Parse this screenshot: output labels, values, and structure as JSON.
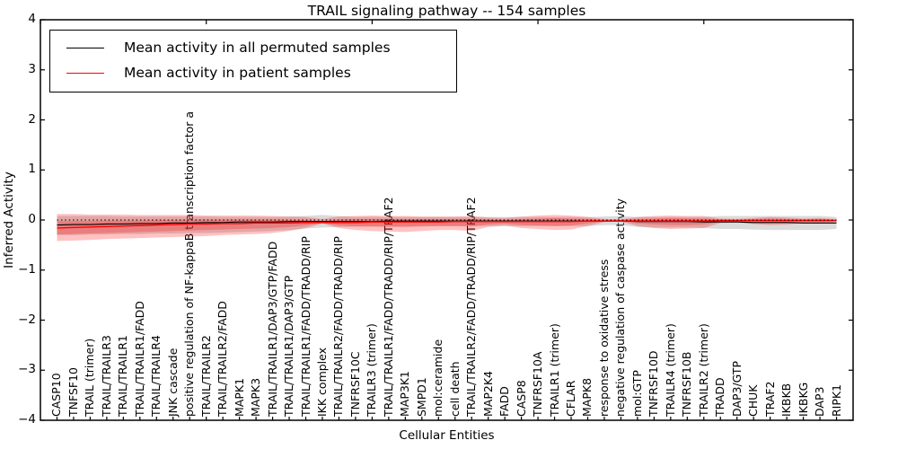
{
  "figure": {
    "title": "TRAIL signaling pathway -- 154 samples",
    "xlabel": "Cellular Entities",
    "ylabel": "Inferred Activity",
    "background": "#ffffff"
  },
  "legend": {
    "items": [
      {
        "label": "Mean activity in all permuted samples",
        "color": "#000000"
      },
      {
        "label": "Mean activity in patient samples",
        "color": "#ff0000"
      }
    ]
  },
  "chart_data": {
    "type": "line",
    "title": "TRAIL signaling pathway -- 154 samples",
    "xlabel": "Cellular Entities",
    "ylabel": "Inferred Activity",
    "ylim": [
      -4,
      4
    ],
    "grid": false,
    "legend_position": "upper-left-inside",
    "x_axis_units": 49,
    "top_axis_ticks_units": [
      0,
      10,
      20,
      30,
      40
    ],
    "yticks": [
      {
        "value": 4,
        "label": "4"
      },
      {
        "value": 3,
        "label": "3"
      },
      {
        "value": 2,
        "label": "2"
      },
      {
        "value": 1,
        "label": "1"
      },
      {
        "value": 0,
        "label": "0"
      },
      {
        "value": -1,
        "label": "−1"
      },
      {
        "value": -2,
        "label": "−2"
      },
      {
        "value": -3,
        "label": "−3"
      },
      {
        "value": -4,
        "label": "−4"
      }
    ],
    "categories": [
      "CASP10",
      "TNFSF10",
      "TRAIL (trimer)",
      "TRAIL/TRAILR3",
      "TRAIL/TRAILR1",
      "TRAIL/TRAILR1/FADD",
      "TRAIL/TRAILR4",
      "JNK cascade",
      "positive regulation of NF-kappaB transcription factor a",
      "TRAIL/TRAILR2",
      "TRAIL/TRAILR2/FADD",
      "MAPK1",
      "MAPK3",
      "TRAIL/TRAILR1/DAP3/GTP/FADD",
      "TRAIL/TRAILR1/DAP3/GTP",
      "TRAIL/TRAILR1/FADD/TRADD/RIP",
      "IKK complex",
      "TRAIL/TRAILR2/FADD/TRADD/RIP",
      "TNFRSF10C",
      "TRAILR3 (trimer)",
      "TRAIL/TRAILR1/FADD/TRADD/RIP/TRAF2",
      "MAP3K1",
      "SMPD1",
      "mol:ceramide",
      "cell death",
      "TRAIL/TRAILR2/FADD/TRADD/RIP/TRAF2",
      "MAP2K4",
      "FADD",
      "CASP8",
      "TNFRSF10A",
      "TRAILR1 (trimer)",
      "CFLAR",
      "MAPK8",
      "response to oxidative stress",
      "negative regulation of caspase activity",
      "mol:GTP",
      "TNFRSF10D",
      "TRAILR4 (trimer)",
      "TNFRSF10B",
      "TRAILR2 (trimer)",
      "TRADD",
      "DAP3/GTP",
      "CHUK",
      "TRAF2",
      "IKBKB",
      "IKBKG",
      "DAP3",
      "RIPK1"
    ],
    "zero_line": {
      "value": 0,
      "style": "dotted",
      "color": "#000000"
    },
    "series": [
      {
        "name": "Mean activity in all permuted samples",
        "color": "#000000",
        "values": [
          -0.1,
          -0.09,
          -0.09,
          -0.08,
          -0.08,
          -0.07,
          -0.07,
          -0.06,
          -0.06,
          -0.05,
          -0.05,
          -0.04,
          -0.04,
          -0.04,
          -0.03,
          -0.03,
          -0.03,
          -0.03,
          -0.03,
          -0.03,
          -0.02,
          -0.02,
          -0.02,
          -0.02,
          -0.02,
          -0.02,
          -0.02,
          -0.02,
          -0.02,
          -0.02,
          -0.02,
          -0.02,
          -0.02,
          -0.02,
          -0.02,
          -0.03,
          -0.03,
          -0.03,
          -0.03,
          -0.04,
          -0.04,
          -0.04,
          -0.05,
          -0.05,
          -0.05,
          -0.06,
          -0.06,
          -0.06
        ]
      },
      {
        "name": "Mean activity in patient samples",
        "color": "#ff0000",
        "values": [
          -0.16,
          -0.15,
          -0.14,
          -0.13,
          -0.12,
          -0.11,
          -0.1,
          -0.09,
          -0.08,
          -0.08,
          -0.07,
          -0.07,
          -0.06,
          -0.06,
          -0.06,
          -0.05,
          -0.05,
          -0.05,
          -0.05,
          -0.04,
          -0.04,
          -0.04,
          -0.04,
          -0.04,
          -0.03,
          -0.03,
          -0.03,
          -0.03,
          -0.03,
          -0.03,
          -0.03,
          -0.03,
          -0.02,
          -0.02,
          -0.02,
          -0.02,
          -0.02,
          -0.02,
          -0.02,
          -0.02,
          -0.01,
          -0.01,
          -0.01,
          -0.01,
          -0.01,
          -0.01,
          -0.01,
          -0.01
        ]
      }
    ],
    "bands": [
      {
        "name": "permuted-range",
        "color": "#999999",
        "opacity": 0.35,
        "upper": [
          0.08,
          0.08,
          0.08,
          0.08,
          0.07,
          0.07,
          0.07,
          0.07,
          0.07,
          0.07,
          0.06,
          0.06,
          0.06,
          0.06,
          0.07,
          0.08,
          0.1,
          0.08,
          0.06,
          0.06,
          0.06,
          0.06,
          0.06,
          0.06,
          0.06,
          0.06,
          0.06,
          0.06,
          0.06,
          0.06,
          0.06,
          0.06,
          0.06,
          0.07,
          0.08,
          0.06,
          0.06,
          0.06,
          0.06,
          0.06,
          0.08,
          0.08,
          0.08,
          0.08,
          0.08,
          0.08,
          0.08,
          0.06
        ],
        "lower": [
          -0.3,
          -0.3,
          -0.29,
          -0.29,
          -0.28,
          -0.28,
          -0.27,
          -0.27,
          -0.26,
          -0.26,
          -0.25,
          -0.24,
          -0.23,
          -0.22,
          -0.2,
          -0.17,
          -0.15,
          -0.14,
          -0.13,
          -0.13,
          -0.13,
          -0.13,
          -0.12,
          -0.12,
          -0.12,
          -0.12,
          -0.12,
          -0.12,
          -0.12,
          -0.12,
          -0.12,
          -0.12,
          -0.12,
          -0.1,
          -0.1,
          -0.14,
          -0.15,
          -0.15,
          -0.15,
          -0.16,
          -0.18,
          -0.18,
          -0.19,
          -0.2,
          -0.2,
          -0.2,
          -0.2,
          -0.18
        ]
      },
      {
        "name": "patient-range-outer",
        "color": "#ff0000",
        "opacity": 0.24,
        "upper": [
          0.12,
          0.12,
          0.11,
          0.11,
          0.11,
          0.1,
          0.1,
          0.1,
          0.1,
          0.09,
          0.09,
          0.09,
          0.09,
          0.08,
          0.07,
          0.06,
          0.02,
          0.07,
          0.08,
          0.09,
          0.08,
          0.08,
          0.07,
          0.07,
          0.07,
          0.08,
          0.05,
          0.04,
          0.07,
          0.09,
          0.1,
          0.09,
          0.06,
          0.02,
          0.015,
          0.06,
          0.08,
          0.09,
          0.08,
          0.08,
          0.03,
          0.02,
          0.04,
          0.06,
          0.05,
          0.03,
          0.04,
          0.02
        ],
        "lower": [
          -0.42,
          -0.41,
          -0.4,
          -0.38,
          -0.37,
          -0.36,
          -0.35,
          -0.34,
          -0.33,
          -0.32,
          -0.3,
          -0.29,
          -0.28,
          -0.26,
          -0.22,
          -0.16,
          -0.07,
          -0.16,
          -0.2,
          -0.22,
          -0.23,
          -0.24,
          -0.22,
          -0.2,
          -0.2,
          -0.22,
          -0.14,
          -0.11,
          -0.16,
          -0.18,
          -0.2,
          -0.19,
          -0.12,
          -0.04,
          -0.03,
          -0.12,
          -0.16,
          -0.18,
          -0.17,
          -0.16,
          -0.06,
          -0.05,
          -0.08,
          -0.1,
          -0.09,
          -0.06,
          -0.07,
          -0.04
        ]
      },
      {
        "name": "patient-range-inner",
        "color": "#ff0000",
        "opacity": 0.24,
        "upper": [
          -0.02,
          -0.02,
          -0.02,
          -0.01,
          -0.01,
          -0.01,
          0.0,
          0.0,
          0.01,
          0.01,
          0.01,
          0.01,
          0.01,
          0.01,
          0.0,
          0.0,
          -0.02,
          0.01,
          0.02,
          0.02,
          0.02,
          0.02,
          0.02,
          0.02,
          0.02,
          0.02,
          0.01,
          0.0,
          0.02,
          0.03,
          0.04,
          0.03,
          0.02,
          0.0,
          0.0,
          0.02,
          0.03,
          0.04,
          0.03,
          0.03,
          0.01,
          0.0,
          0.02,
          0.03,
          0.02,
          0.01,
          0.02,
          0.0
        ],
        "lower": [
          -0.29,
          -0.28,
          -0.27,
          -0.26,
          -0.25,
          -0.24,
          -0.23,
          -0.22,
          -0.21,
          -0.2,
          -0.19,
          -0.18,
          -0.17,
          -0.16,
          -0.14,
          -0.11,
          -0.06,
          -0.11,
          -0.13,
          -0.13,
          -0.14,
          -0.14,
          -0.13,
          -0.12,
          -0.12,
          -0.13,
          -0.09,
          -0.07,
          -0.1,
          -0.11,
          -0.12,
          -0.11,
          -0.07,
          -0.03,
          -0.03,
          -0.07,
          -0.09,
          -0.1,
          -0.1,
          -0.09,
          -0.04,
          -0.03,
          -0.05,
          -0.06,
          -0.05,
          -0.04,
          -0.04,
          -0.03
        ]
      }
    ]
  }
}
